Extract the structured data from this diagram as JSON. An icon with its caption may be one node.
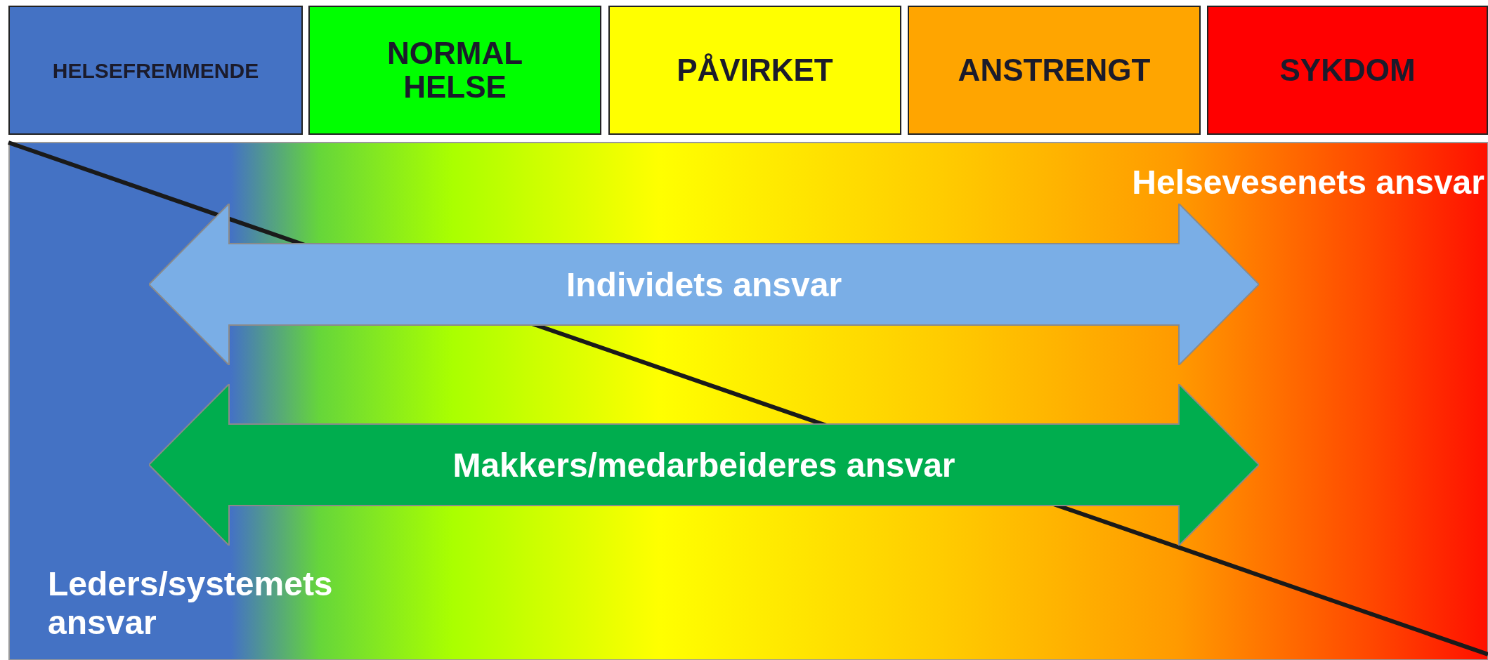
{
  "diagram": {
    "nodes": [
      {
        "text": [
          "HELSEFREMMENDE"
        ]
      },
      {
        "text": [
          "NORMAL HELSE"
        ]
      },
      {
        "text": [
          "PÅVIRKET"
        ]
      },
      {
        "text": [
          "ANSTRENGT"
        ]
      },
      {
        "text": [
          "SYKDOM"
        ]
      },
      {
        "text": [
          "Individets ansvar"
        ]
      },
      {
        "text": [
          "Makkers/medarbeideres ansvar"
        ]
      }
    ],
    "labels": [
      "Helsevesenets ansvar",
      "Leders/systemets ansvar"
    ]
  }
}
